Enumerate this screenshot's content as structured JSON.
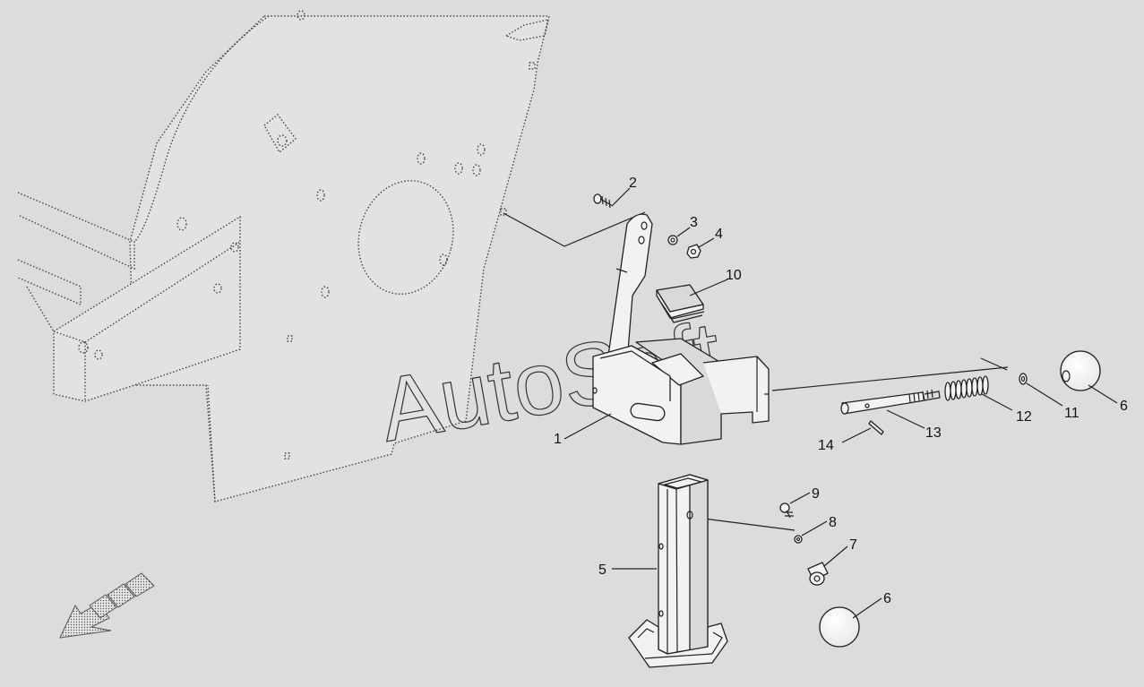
{
  "watermark": "AutoSoft",
  "callouts": [
    {
      "id": "1",
      "label": "1"
    },
    {
      "id": "2",
      "label": "2"
    },
    {
      "id": "3",
      "label": "3"
    },
    {
      "id": "4",
      "label": "4"
    },
    {
      "id": "5",
      "label": "5"
    },
    {
      "id": "6a",
      "label": "6"
    },
    {
      "id": "6b",
      "label": "6"
    },
    {
      "id": "7",
      "label": "7"
    },
    {
      "id": "8",
      "label": "8"
    },
    {
      "id": "9",
      "label": "9"
    },
    {
      "id": "10",
      "label": "10"
    },
    {
      "id": "11",
      "label": "11"
    },
    {
      "id": "12",
      "label": "12"
    },
    {
      "id": "13",
      "label": "13"
    },
    {
      "id": "14",
      "label": "14"
    }
  ],
  "icons": {
    "direction": "forward-direction-arrow-icon"
  }
}
